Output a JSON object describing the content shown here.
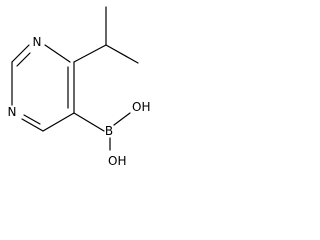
{
  "molecule": {
    "atoms": {
      "n1": "N",
      "n3": "N",
      "b": "B",
      "oh1": "OH",
      "oh2": "OH"
    }
  }
}
